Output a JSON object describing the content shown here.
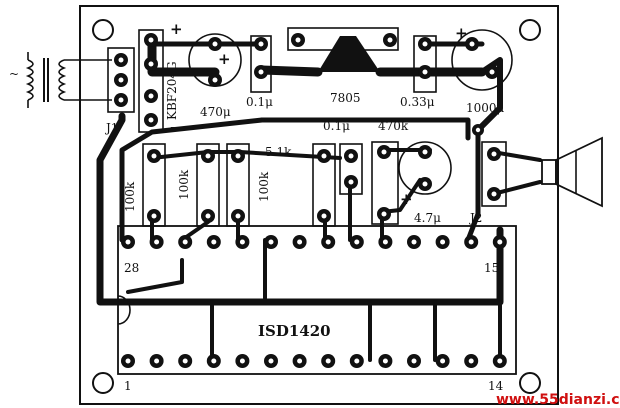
{
  "diagram": {
    "transformer_label": "J1",
    "ac_symbol": "~",
    "bridge_label": "KBF204G",
    "plus_sign": "+",
    "minus_sign": "-",
    "cap_470": "470μ",
    "cap_01_left": "0.1μ",
    "regulator": "7805",
    "cap_033": "0.33μ",
    "cap_1000": "1000μ",
    "cap_01_mid": "0.1μ",
    "res_470k": "470k",
    "res_51k": "5.1k",
    "res_100k_1": "100k",
    "res_100k_2": "100k",
    "res_100k_3": "100k",
    "cap_47": "4.7μ",
    "speaker_connector": "J2",
    "pin_28": "28",
    "pin_15": "15",
    "pin_1": "1",
    "pin_14": "14",
    "chip": "ISD1420",
    "watermark": "www.55dianzi.com"
  },
  "colors": {
    "ink": "#111111",
    "paper": "#ffffff",
    "watermark": "#d01010"
  }
}
